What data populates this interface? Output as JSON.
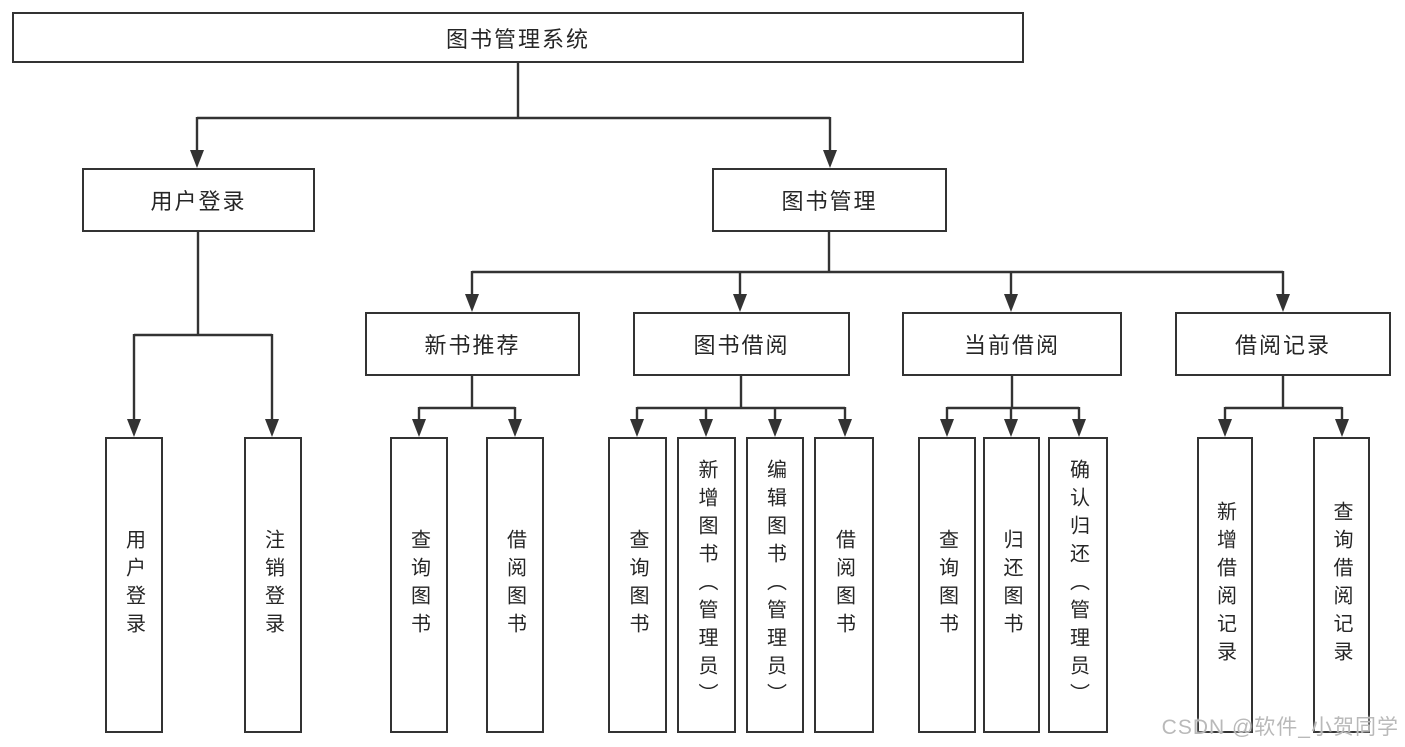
{
  "theme": {
    "line_color": "#333333",
    "box_border_color": "#333333",
    "text_color": "#262626",
    "background": "#ffffff",
    "watermark_color": "#b9b9b9"
  },
  "diagram": {
    "root": {
      "label": "图书管理系统"
    },
    "branches": [
      {
        "label": "用户登录",
        "children": [
          {
            "label": "用户登录"
          },
          {
            "label": "注销登录"
          }
        ]
      },
      {
        "label": "图书管理",
        "children": [
          {
            "label": "新书推荐",
            "children": [
              {
                "label": "查询图书"
              },
              {
                "label": "借阅图书"
              }
            ]
          },
          {
            "label": "图书借阅",
            "children": [
              {
                "label": "查询图书"
              },
              {
                "label": "新增图书（管理员）"
              },
              {
                "label": "编辑图书（管理员）"
              },
              {
                "label": "借阅图书"
              }
            ]
          },
          {
            "label": "当前借阅",
            "children": [
              {
                "label": "查询图书"
              },
              {
                "label": "归还图书"
              },
              {
                "label": "确认归还（管理员）"
              }
            ]
          },
          {
            "label": "借阅记录",
            "children": [
              {
                "label": "新增借阅记录"
              },
              {
                "label": "查询借阅记录"
              }
            ]
          }
        ]
      }
    ]
  },
  "watermark": {
    "text": "CSDN @软件_小贺同学"
  }
}
